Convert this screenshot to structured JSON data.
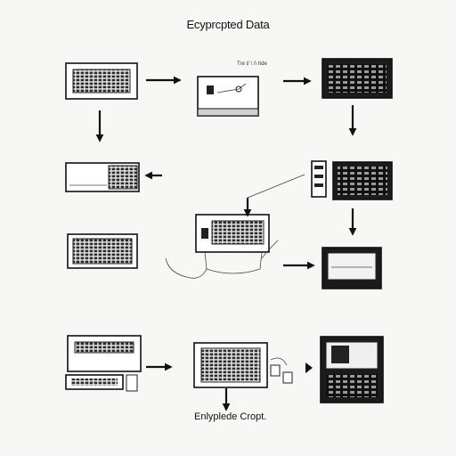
{
  "title": "Ecyprcpted Data",
  "caption": "Enlyplede Cropt.",
  "small_label": "Tre t/ \\ /\\ hde"
}
